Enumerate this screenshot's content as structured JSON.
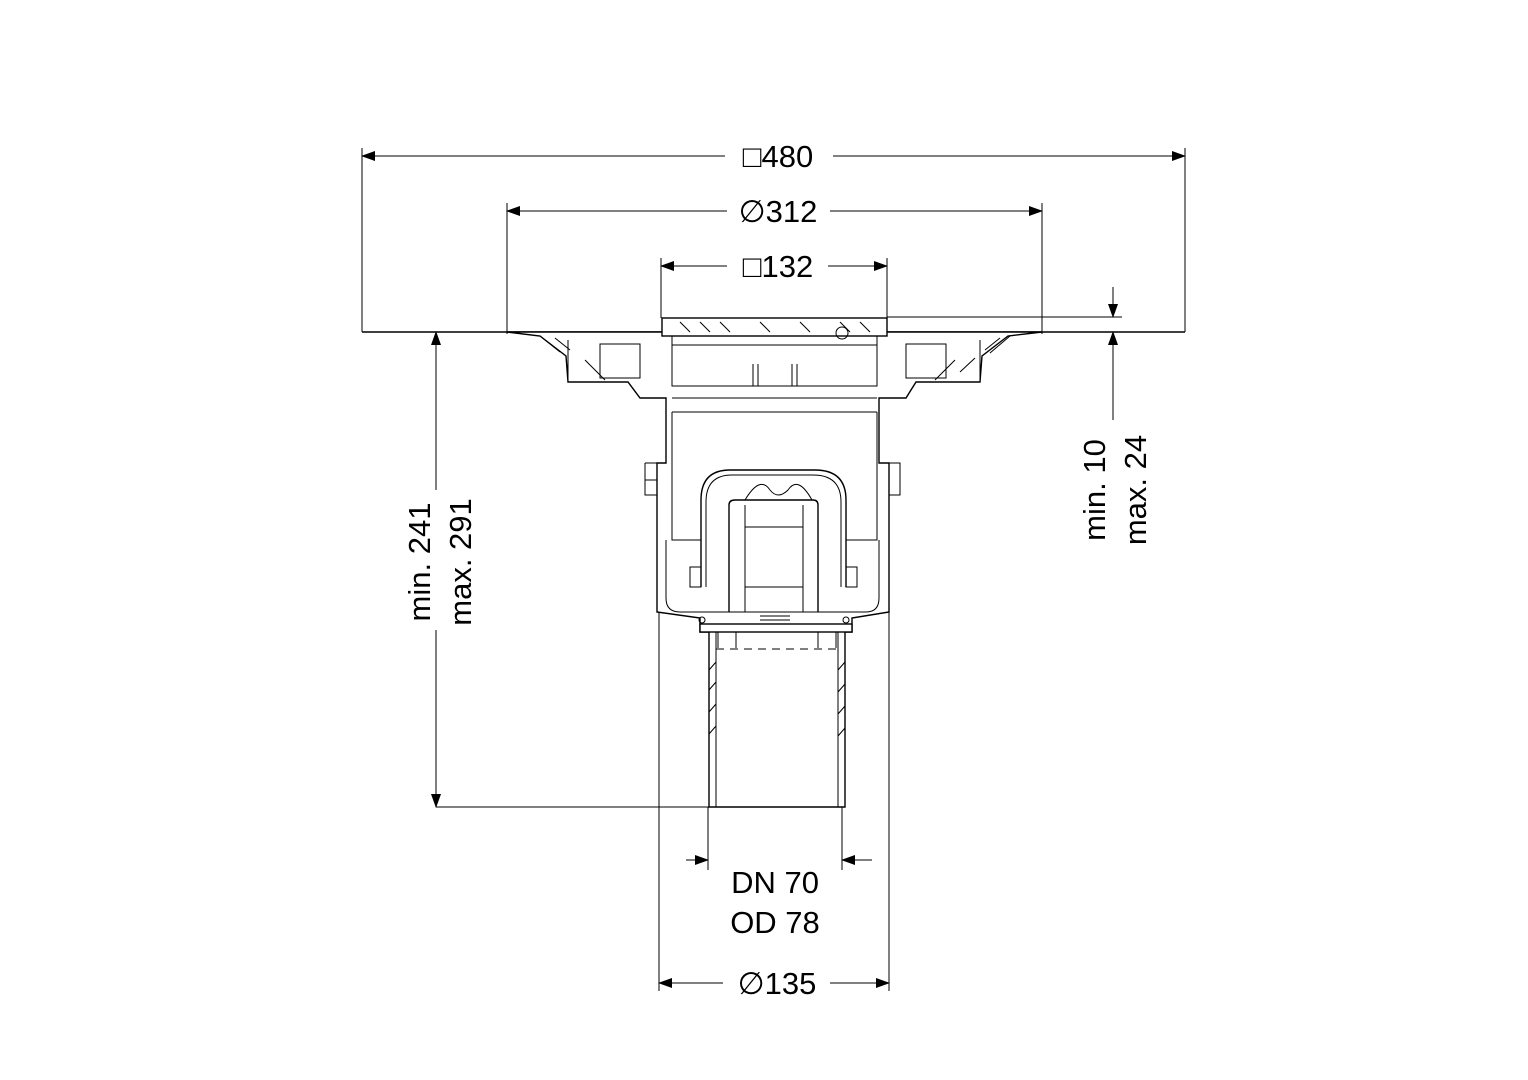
{
  "drawing": {
    "dimensions": {
      "overall_square": "□480",
      "flange_diameter": "∅312",
      "grate_square": "□132",
      "height_min": "min. 241",
      "height_max": "max. 291",
      "grate_adjust_min": "min. 10",
      "grate_adjust_max": "max. 24",
      "outlet_dn": "DN 70",
      "outlet_od": "OD 78",
      "body_diameter": "∅135"
    }
  }
}
